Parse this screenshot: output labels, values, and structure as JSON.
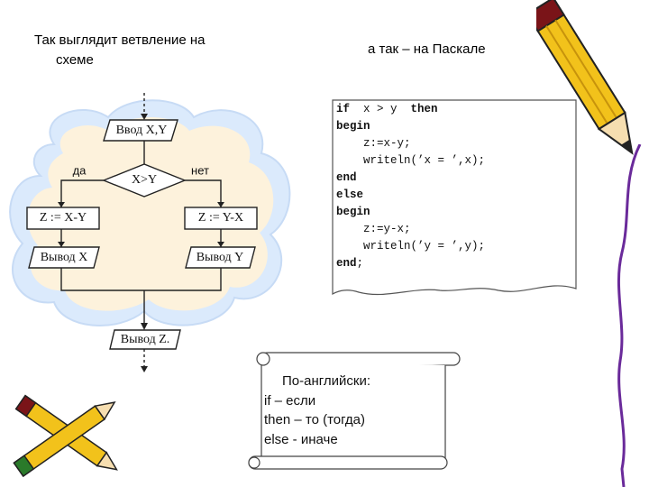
{
  "left_title": {
    "line1": "Так выглядит ветвление на",
    "line2": "схеме"
  },
  "right_title": "а так – на Паскале",
  "flowchart": {
    "input": "Ввод X,Y",
    "condition": "X>Y",
    "yes": "да",
    "no": "нет",
    "assign_left": "Z := X-Y",
    "assign_right": "Z := Y-X",
    "output_left": "Вывод X",
    "output_right": "Вывод Y",
    "output_bottom": "Вывод Z."
  },
  "code": {
    "l1_kw1": "if",
    "l1_mid": "  x > y  ",
    "l1_kw2": "then",
    "l2": "begin",
    "l3": "    z:=x-y;",
    "l4": "    writeln(’x = ’,x);",
    "l5": "end",
    "l6": "else",
    "l7": "begin",
    "l8": "    z:=y-x;",
    "l9": "    writeln(’y = ’,y);",
    "l10_kw": "end",
    "l10_rest": ";"
  },
  "scroll": {
    "heading": "По-английски:",
    "line1": "if – если",
    "line2": "then – то (тогда)",
    "line3": "else - иначе"
  },
  "colors": {
    "cloud": "#dbeafc",
    "cloud_inner": "#fdf2dc",
    "pencil_body": "#f2c21b",
    "pencil_dark": "#7a1418",
    "wave_line": "#6a2a9a"
  }
}
